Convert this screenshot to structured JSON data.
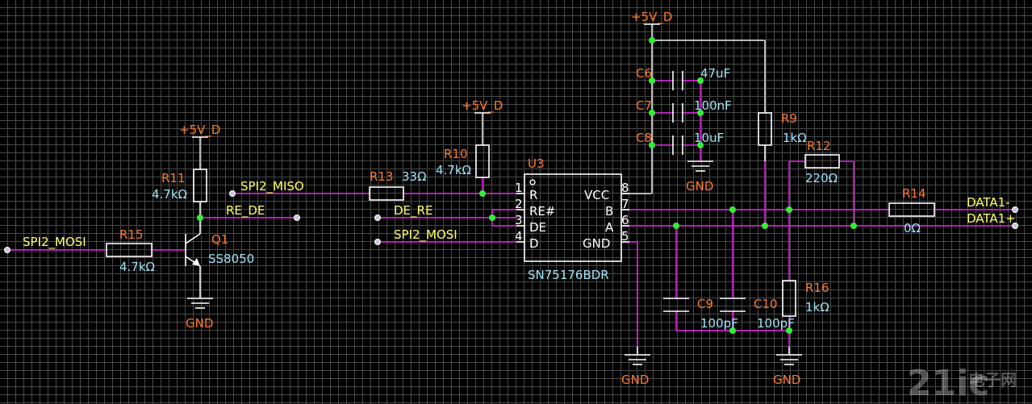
{
  "nets": {
    "spi2_mosi_in": "SPI2_MOSI",
    "spi2_miso": "SPI2_MISO",
    "re_de": "RE_DE",
    "de_re": "DE_RE",
    "spi2_mosi": "SPI2_MOSI",
    "data1_minus": "DATA1-",
    "data1_plus": "DATA1+"
  },
  "power": {
    "vdd": "+5V_D",
    "gnd": "GND"
  },
  "components": {
    "R15": {
      "ref": "R15",
      "value": "4.7kΩ"
    },
    "R11": {
      "ref": "R11",
      "value": "4.7kΩ"
    },
    "Q1": {
      "ref": "Q1",
      "value": "SS8050"
    },
    "R13": {
      "ref": "R13",
      "value": "33Ω"
    },
    "R10": {
      "ref": "R10",
      "value": "4.7kΩ"
    },
    "U3": {
      "ref": "U3",
      "value": "SN75176BDR"
    },
    "C6": {
      "ref": "C6",
      "value": "47uF"
    },
    "C7": {
      "ref": "C7",
      "value": "100nF"
    },
    "C8": {
      "ref": "C8",
      "value": "10uF"
    },
    "R9": {
      "ref": "R9",
      "value": "1kΩ"
    },
    "R12": {
      "ref": "R12",
      "value": "220Ω"
    },
    "R14": {
      "ref": "R14",
      "value": "0Ω"
    },
    "R16": {
      "ref": "R16",
      "value": "1kΩ"
    },
    "C9": {
      "ref": "C9",
      "value": "100pF"
    },
    "C10": {
      "ref": "C10",
      "value": "100pF"
    }
  },
  "u3_pins": {
    "left": [
      {
        "num": "1",
        "name": "R"
      },
      {
        "num": "2",
        "name": "RE#"
      },
      {
        "num": "3",
        "name": "DE"
      },
      {
        "num": "4",
        "name": "D"
      }
    ],
    "right": [
      {
        "num": "8",
        "name": "VCC"
      },
      {
        "num": "7",
        "name": "B"
      },
      {
        "num": "6",
        "name": "A"
      },
      {
        "num": "5",
        "name": "GND"
      }
    ]
  },
  "watermark": {
    "logo": "21ic",
    "site": "电子网"
  }
}
